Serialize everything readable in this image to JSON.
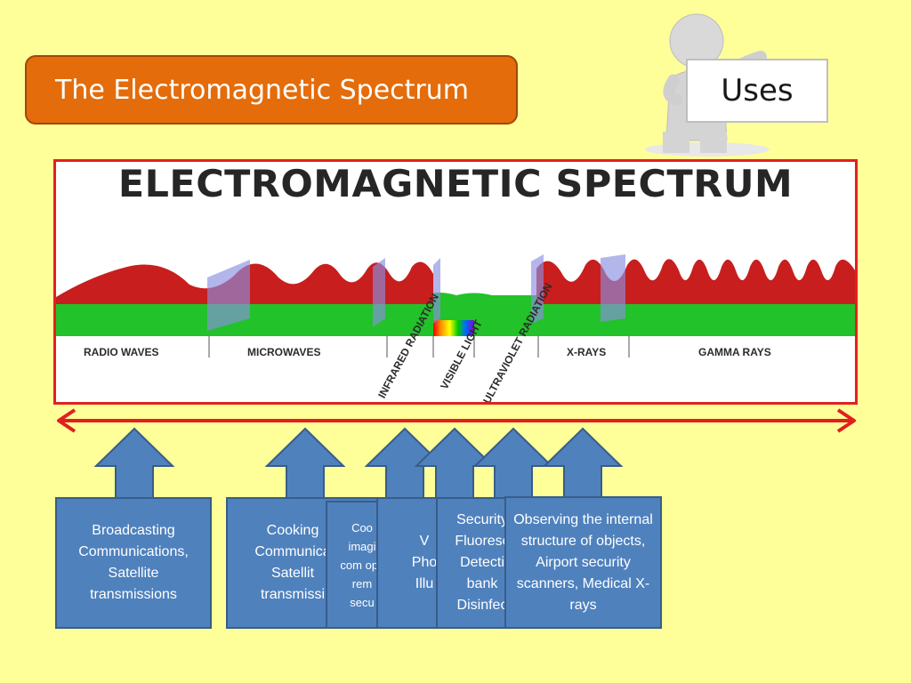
{
  "title": "The Electromagnetic Spectrum",
  "uses_label": "Uses",
  "spectrum": {
    "heading": "ELECTROMAGNETIC SPECTRUM",
    "bands": {
      "radio": "RADIO WAVES",
      "microwaves": "MICROWAVES",
      "infrared": "INFRARED RADIATION",
      "visible": "VISIBLE LIGHT",
      "ultraviolet": "ULTRAVIOLET RADIATION",
      "xrays": "X-RAYS",
      "gamma": "GAMMA RAYS"
    }
  },
  "uses": {
    "radio": "Broadcasting Communications, Satellite transmissions",
    "microwaves": "Cooking Communica Satellit transmissi",
    "infrared": "Coo imagi com opti rem secu",
    "visible": "V Pho Illu",
    "ultraviolet": "Security Fluoresc Detecti bank Disinfec",
    "xrays": "Observing the internal structure of objects, Airport security scanners, Medical X-rays"
  },
  "colors": {
    "background": "#ffff99",
    "title_fill": "#e46c0a",
    "panel_border": "#e02020",
    "box_fill": "#4f81bd",
    "box_border": "#385d8a",
    "wave_red": "#c81e1e",
    "wave_green": "#22c22a"
  }
}
